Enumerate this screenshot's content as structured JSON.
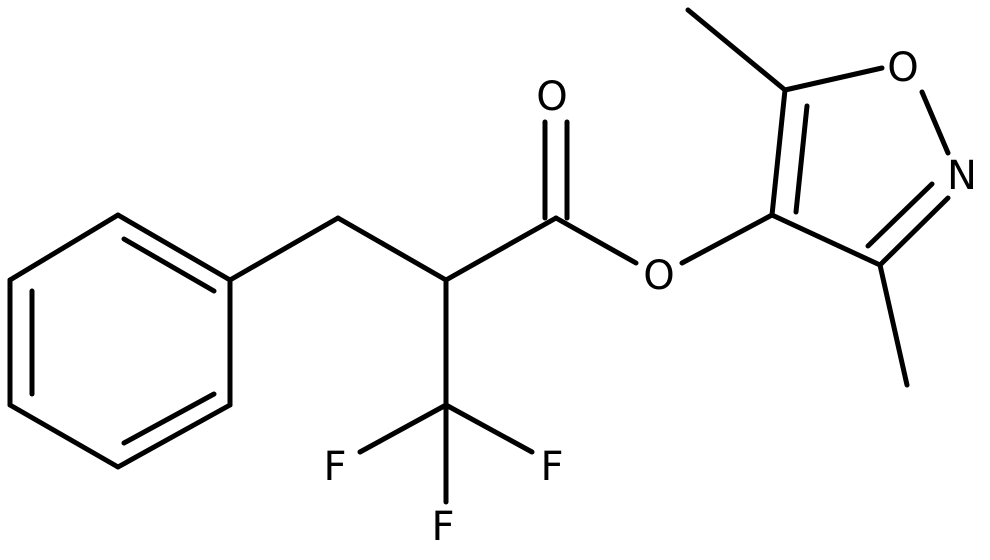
{
  "molecule": {
    "bond_color": "#000000",
    "atoms": [
      {
        "id": "O_carbonyl",
        "label": "O"
      },
      {
        "id": "O_ester",
        "label": "O"
      },
      {
        "id": "O_ring",
        "label": "O"
      },
      {
        "id": "N_ring",
        "label": "N"
      },
      {
        "id": "F_left",
        "label": "F"
      },
      {
        "id": "F_right",
        "label": "F"
      },
      {
        "id": "F_bottom",
        "label": "F"
      }
    ]
  }
}
